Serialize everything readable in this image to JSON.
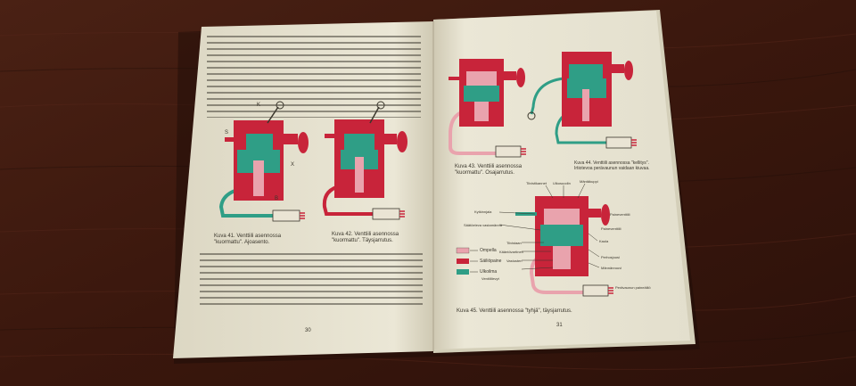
{
  "book": {
    "left_page": {
      "page_number": "30",
      "caption_fig41_line1": "Kuva 41. Venttiili asennossa",
      "caption_fig41_line2": "\"kuormattu\". Ajoasento.",
      "caption_fig42_line1": "Kuva 42. Venttiili asennossa",
      "caption_fig42_line2": "\"kuormattu\". Täysjarrutus.",
      "fig41_labels": [
        "K",
        "S",
        "X",
        "B"
      ]
    },
    "right_page": {
      "page_number": "31",
      "caption_fig43_line1": "Kuva 43. Venttiili asennossa",
      "caption_fig43_line2": "\"kuormattu\". Osajarrutus.",
      "caption_fig44_line1": "Kuva 44. Venttiili asennossa \"kellitys\".",
      "caption_fig44_line2": "Irtiotevoa perävaunun vaidaan kiuvaa.",
      "caption_fig45": "Kuva 45. Venttiili asennossa \"tyhjä\", täysjarrutus.",
      "legend": [
        {
          "label": "Ompella",
          "color": "#e9a3ad"
        },
        {
          "label": "Säiliöpaine",
          "color": "#c8243a"
        },
        {
          "label": "Ulkoilma",
          "color": "#2f9e86"
        }
      ],
      "fig45_labels": [
        "Tiivistikannet",
        "Ulkosuodin",
        "Mäntäkuppi",
        "Kytkinnjala",
        "Säätöeleva vastamännä",
        "Tiivistaan",
        "Kääntövartinen",
        "Vastusten",
        "Ventiililevyt",
        "Paineventtiili",
        "Kaula",
        "Perhosjousi",
        "Männänruuvi",
        "Paineventtiili",
        "Perävaunun paineäiliö"
      ]
    }
  },
  "colors": {
    "table": "#3e1a10",
    "paper": "#ebe7d6",
    "red": "#c8243a",
    "teal": "#2f9e86",
    "pink": "#e9a3ad"
  }
}
